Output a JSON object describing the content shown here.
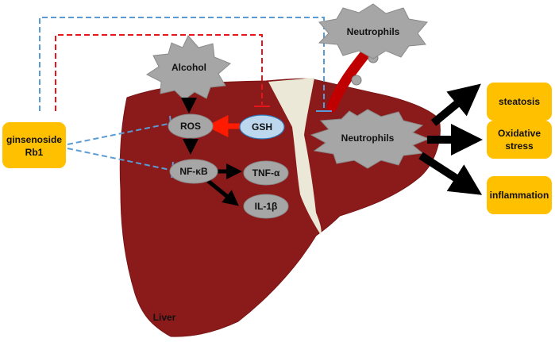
{
  "diagram": {
    "nodes": {
      "ginsenoside": {
        "line1": "ginsenoside",
        "line2": "Rb1"
      },
      "alcohol": "Alcohol",
      "neutrophils_top": "Neutrophils",
      "neutrophils_liver": "Neutrophils",
      "ros": "ROS",
      "gsh": "GSH",
      "nfkb": "NF-κB",
      "tnf": "TNF-α",
      "il1b": "IL-1β",
      "liver": "Liver"
    },
    "outcomes": {
      "steatosis": "steatosis",
      "oxidative": {
        "line1": "Oxidative",
        "line2": "stress"
      },
      "inflammation": "inflammation"
    },
    "colors": {
      "liver": "#8b1a1a",
      "ligament": "#ece8d8",
      "outcome_box": "#ffc000",
      "ginsenoside_box": "#ffc000",
      "grey_node": "#a6a6a6",
      "gsh_node": "#bdd7ee",
      "inhibit_blue": "#5b9bd5",
      "inhibit_red": "#e8161b",
      "arrow_black": "#000000",
      "arrow_red": "#ff1a00",
      "vessel": "#c00000"
    }
  }
}
